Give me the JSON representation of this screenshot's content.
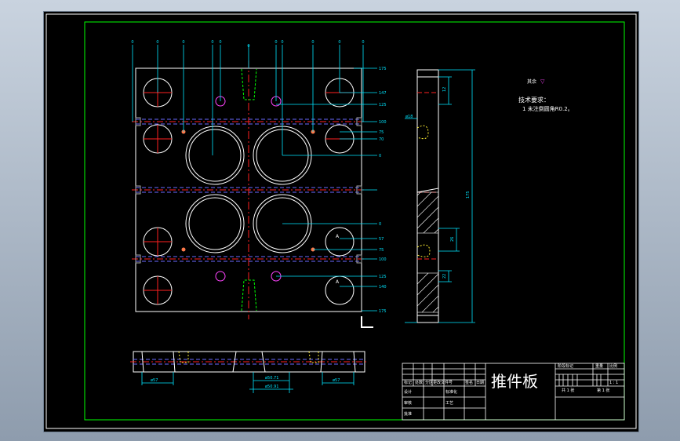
{
  "drawing": {
    "title": "推件板",
    "roughness_note": "其余",
    "tech_heading": "技术要求：",
    "tech_requirements": [
      "1 未注倒圆角R0.2。"
    ]
  },
  "title_block": {
    "cells": [
      "标记",
      "处数",
      "分区",
      "更改文件号",
      "签名",
      "日期",
      "设计",
      "标准化",
      "审核",
      "工艺",
      "批准"
    ],
    "right_labels": [
      "阶段标记",
      "重量",
      "比例"
    ],
    "right_values": [
      "共 1 张",
      "第 1 张",
      "1 : 1"
    ]
  },
  "dims": {
    "right_series": [
      "175",
      "147",
      "125",
      "100",
      "75",
      "70",
      "0",
      "0",
      "57",
      "75",
      "100",
      "125",
      "140",
      "175"
    ],
    "bottom": [
      "ø57",
      "ø50.71",
      "ø50.91",
      "ø57"
    ],
    "side": [
      "12",
      "ø18",
      "26",
      "22"
    ],
    "side_total": "175",
    "section_mark": "A"
  },
  "colors": {
    "background": "#000000",
    "frame": "#00ff00",
    "outline": "#ffffff",
    "center": "#ff2020",
    "hidden": "#6a6aff",
    "dimension": "#00e5ff",
    "spring_hole": "#ffee33",
    "magenta": "#ff44ff"
  }
}
